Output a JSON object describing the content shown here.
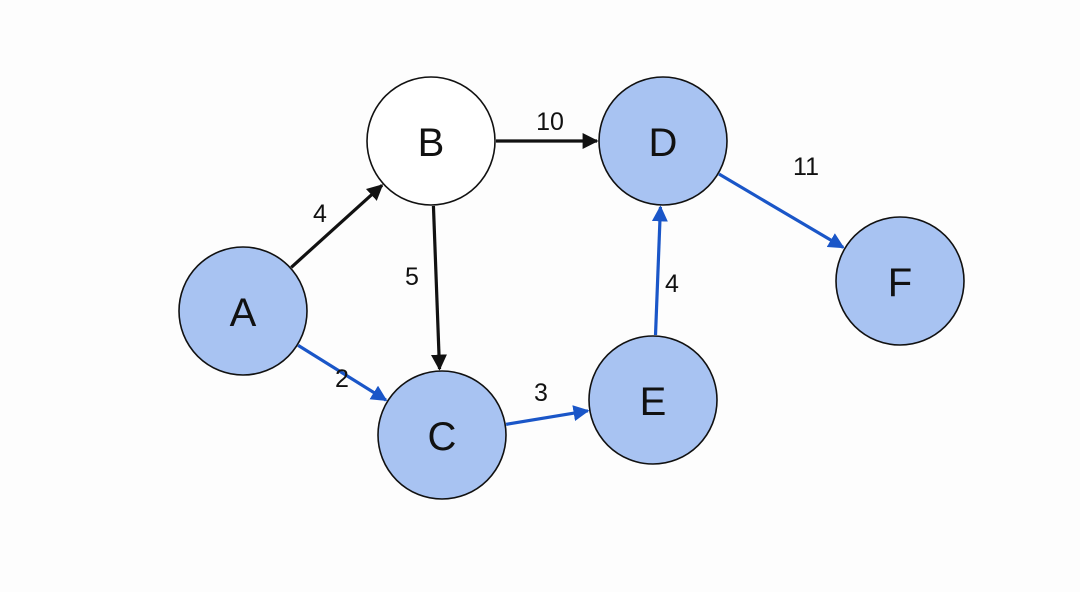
{
  "graph": {
    "colors": {
      "highlight_fill": "#a8c3f2",
      "default_fill": "#ffffff",
      "highlight_edge": "#1a56c8",
      "default_edge": "#111111"
    },
    "nodes": [
      {
        "id": "A",
        "label": "A",
        "highlighted": true
      },
      {
        "id": "B",
        "label": "B",
        "highlighted": false
      },
      {
        "id": "C",
        "label": "C",
        "highlighted": true
      },
      {
        "id": "D",
        "label": "D",
        "highlighted": true
      },
      {
        "id": "E",
        "label": "E",
        "highlighted": true
      },
      {
        "id": "F",
        "label": "F",
        "highlighted": true
      }
    ],
    "edges": [
      {
        "from": "A",
        "to": "B",
        "weight": "4",
        "highlighted": false
      },
      {
        "from": "A",
        "to": "C",
        "weight": "2",
        "highlighted": true
      },
      {
        "from": "B",
        "to": "C",
        "weight": "5",
        "highlighted": false
      },
      {
        "from": "B",
        "to": "D",
        "weight": "10",
        "highlighted": false
      },
      {
        "from": "C",
        "to": "E",
        "weight": "3",
        "highlighted": true
      },
      {
        "from": "E",
        "to": "D",
        "weight": "4",
        "highlighted": true
      },
      {
        "from": "D",
        "to": "F",
        "weight": "11",
        "highlighted": true
      }
    ]
  }
}
